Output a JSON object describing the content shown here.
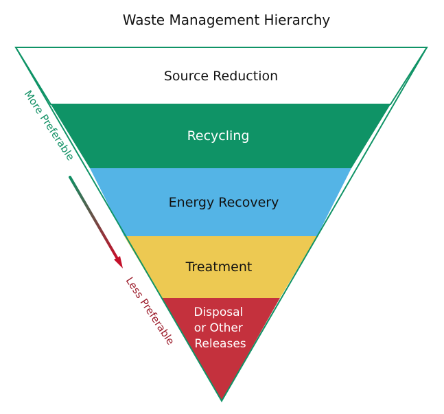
{
  "title": "Waste Management Hierarchy",
  "tiers": [
    {
      "label_lines": [
        "Source Reduction"
      ],
      "fill": "#ffffff",
      "text_color": "#111111"
    },
    {
      "label_lines": [
        "Recycling"
      ],
      "fill": "#0f9366",
      "text_color": "#ffffff"
    },
    {
      "label_lines": [
        "Energy Recovery"
      ],
      "fill": "#54b4e6",
      "text_color": "#111111"
    },
    {
      "label_lines": [
        "Treatment"
      ],
      "fill": "#edc952",
      "text_color": "#111111"
    },
    {
      "label_lines": [
        "Disposal",
        "or Other",
        "Releases"
      ],
      "fill": "#c4313d",
      "text_color": "#ffffff"
    }
  ],
  "outline_color": "#0f9366",
  "more_preferable": {
    "text": "More Preferable",
    "color": "#0f8f63"
  },
  "less_preferable": {
    "text": "Less Preferable",
    "color": "#9b1b2a"
  },
  "arrow": {
    "start_color": "#0f8f63",
    "end_color": "#c4102a"
  }
}
